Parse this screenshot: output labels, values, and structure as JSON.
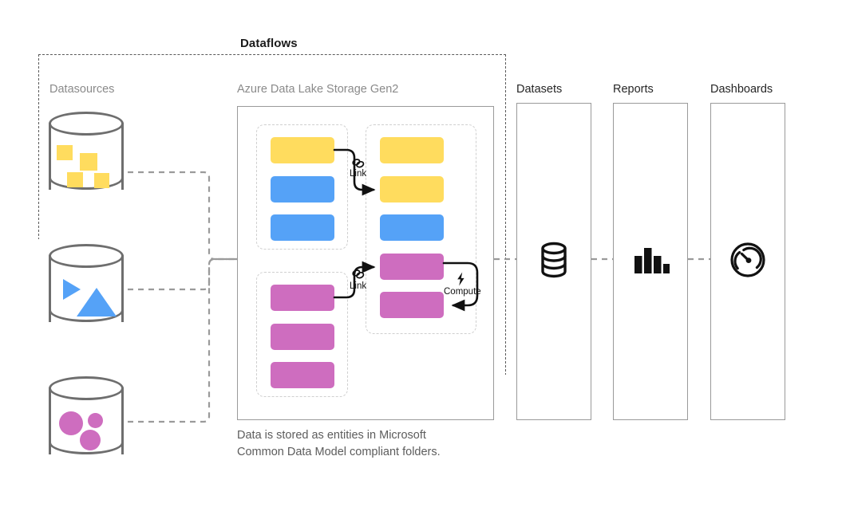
{
  "diagram": {
    "title": "Dataflows",
    "caption_line1": "Data is stored as entities in Microsoft",
    "caption_line2": "Common Data Model compliant folders.",
    "colors": {
      "yellow": "#FFDC5E",
      "blue": "#55A2F7",
      "pink": "#CE6DBF",
      "cylinder_stroke": "#6E6E6E",
      "box_stroke": "#9A9A9A",
      "dashed_group": "#CFCFCF",
      "boundary_dash": "#5A5A5A",
      "wire": "#9A9A9A",
      "muted_text": "#8A8A8A",
      "dark_text": "#262626"
    },
    "columns": [
      {
        "id": "datasources",
        "label": "Datasources",
        "tone": "muted"
      },
      {
        "id": "adls",
        "label": "Azure Data Lake Storage Gen2",
        "tone": "muted"
      },
      {
        "id": "datasets",
        "label": "Datasets",
        "tone": "dark"
      },
      {
        "id": "reports",
        "label": "Reports",
        "tone": "dark"
      },
      {
        "id": "dashboards",
        "label": "Dashboards",
        "tone": "dark"
      }
    ],
    "datasources": [
      {
        "id": "datasource-1",
        "shape": "squares",
        "color": "#FFDC5E",
        "count": 4
      },
      {
        "id": "datasource-2",
        "shape": "triangles",
        "color": "#55A2F7",
        "count": 2
      },
      {
        "id": "datasource-3",
        "shape": "circles",
        "color": "#CE6DBF",
        "count": 3
      }
    ],
    "adls": {
      "groups": [
        {
          "id": "group-top-left",
          "position": "top-left",
          "entities": [
            {
              "color": "yellow"
            },
            {
              "color": "blue"
            },
            {
              "color": "blue"
            }
          ]
        },
        {
          "id": "group-bottom-left",
          "position": "bottom-left",
          "entities": [
            {
              "color": "pink"
            },
            {
              "color": "pink"
            },
            {
              "color": "pink"
            }
          ]
        },
        {
          "id": "group-right",
          "position": "right",
          "entities": [
            {
              "color": "yellow"
            },
            {
              "color": "yellow"
            },
            {
              "color": "blue"
            },
            {
              "color": "pink"
            },
            {
              "color": "pink"
            }
          ]
        }
      ],
      "annotations": [
        {
          "id": "link-upper",
          "label": "Link",
          "icon": "chain-link-icon"
        },
        {
          "id": "link-lower",
          "label": "Link",
          "icon": "chain-link-icon"
        },
        {
          "id": "compute",
          "label": "Compute",
          "icon": "lightning-bolt-icon"
        }
      ]
    },
    "outputs": [
      {
        "id": "datasets",
        "icon": "database-stack-icon"
      },
      {
        "id": "reports",
        "icon": "bar-chart-icon"
      },
      {
        "id": "dashboards",
        "icon": "gauge-icon"
      }
    ]
  }
}
